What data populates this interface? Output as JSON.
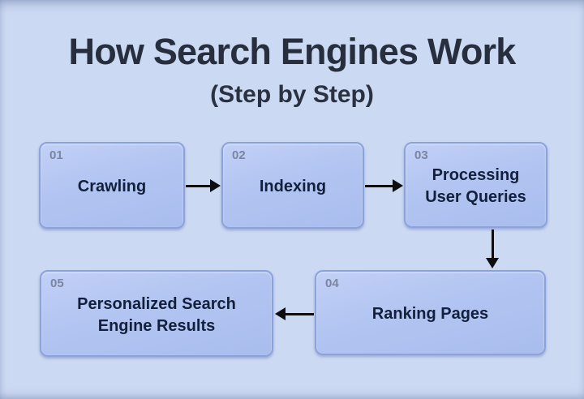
{
  "header": {
    "title": "How Search Engines Work",
    "subtitle": "(Step by Step)"
  },
  "steps": [
    {
      "number": "01",
      "label": "Crawling"
    },
    {
      "number": "02",
      "label": "Indexing"
    },
    {
      "number": "03",
      "label": "Processing\nUser Queries"
    },
    {
      "number": "04",
      "label": "Ranking Pages"
    },
    {
      "number": "05",
      "label": "Personalized Search\nEngine Results"
    }
  ],
  "connections": [
    {
      "from": "01",
      "to": "02",
      "direction": "right"
    },
    {
      "from": "02",
      "to": "03",
      "direction": "right"
    },
    {
      "from": "03",
      "to": "04",
      "direction": "down"
    },
    {
      "from": "04",
      "to": "05",
      "direction": "left"
    }
  ],
  "colors": {
    "background": "#ccd9f3",
    "box_fill": "#b2c4f1",
    "box_border": "#8ca2dc",
    "step_number": "#7b85a0",
    "step_text": "#13203c",
    "title_text": "#272e3e",
    "arrow": "#0e0e10"
  }
}
